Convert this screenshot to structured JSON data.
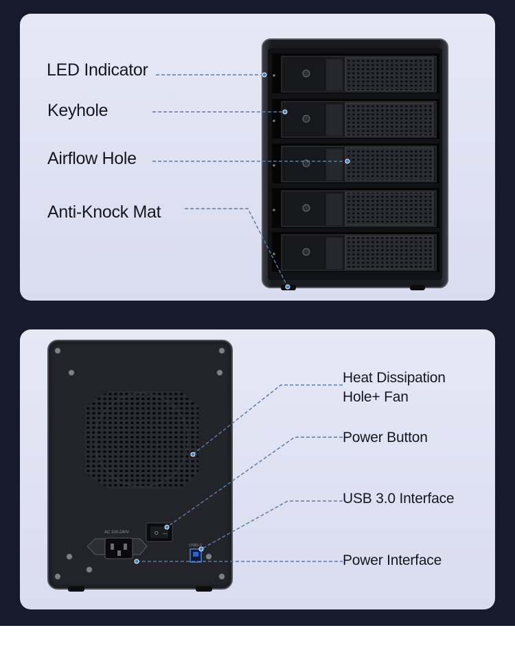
{
  "front_panel": {
    "callouts": [
      {
        "id": "led",
        "label": "LED Indicator"
      },
      {
        "id": "keyhole",
        "label": "Keyhole"
      },
      {
        "id": "airflow",
        "label": "Airflow Hole"
      },
      {
        "id": "mat",
        "label": "Anti-Knock Mat"
      }
    ]
  },
  "back_panel": {
    "callouts": [
      {
        "id": "heat",
        "label_line1": "Heat Dissipation",
        "label_line2": "Hole+ Fan"
      },
      {
        "id": "power_button",
        "label": "Power Button"
      },
      {
        "id": "usb",
        "label": "USB 3.0 Interface"
      },
      {
        "id": "power_interface",
        "label": "Power Interface"
      }
    ],
    "ac_label": "AC 100-240V",
    "usb_label": "USB3.0"
  },
  "colors": {
    "background": "#161a2b",
    "panel": "#e2e4f3",
    "line": "#5a7aa8",
    "device": "#1c1d22"
  }
}
